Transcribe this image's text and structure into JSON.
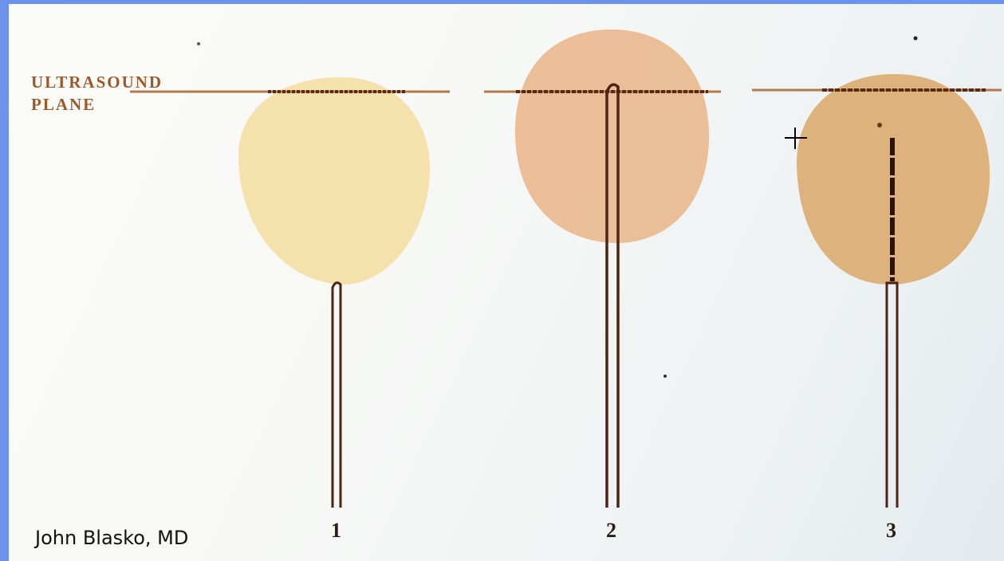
{
  "label": {
    "line1": "ULTRASOUND",
    "line2": "PLANE"
  },
  "panels": [
    {
      "number": "1"
    },
    {
      "number": "2"
    },
    {
      "number": "3"
    }
  ],
  "credit": "John Blasko, MD",
  "colors": {
    "frame": "#6b93ee",
    "label": "#9b5a2a",
    "needle": "#4a2415",
    "gland1": "#f4dfa8",
    "gland2": "#e9b98e",
    "gland3": "#dcae75"
  }
}
